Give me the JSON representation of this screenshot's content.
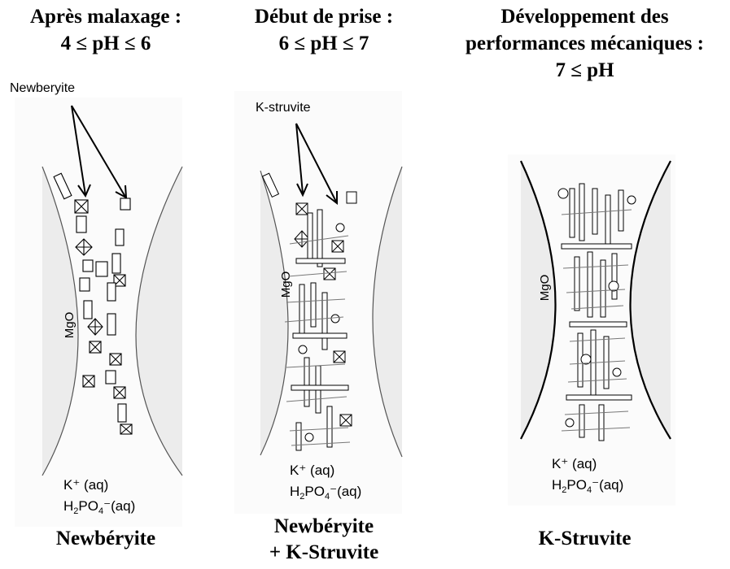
{
  "panels": [
    {
      "heading": [
        "Après malaxage :",
        "4 ≤ pH ≤ 6"
      ],
      "pointer_label": "Newberyite",
      "grain_label": "MgO",
      "solution": {
        "cation": "K⁺ (aq)",
        "anion_h": "H",
        "anion_sub1": "2",
        "anion_po": "PO",
        "anion_sub2": "4",
        "anion_end": "⁻(aq)"
      },
      "caption": [
        "Newbéryite"
      ]
    },
    {
      "heading": [
        "Début de prise :",
        "6 ≤ pH ≤ 7"
      ],
      "pointer_label": "K-struvite",
      "grain_label": "MgO",
      "solution": {
        "cation": "K⁺ (aq)",
        "anion_h": "H",
        "anion_sub1": "2",
        "anion_po": "PO",
        "anion_sub2": "4",
        "anion_end": "⁻(aq)"
      },
      "caption": [
        "Newbéryite",
        "+ K-Struvite"
      ]
    },
    {
      "heading": [
        "Développement des",
        "performances mécaniques :",
        "7 ≤ pH"
      ],
      "grain_label": "MgO",
      "solution": {
        "cation": "K⁺ (aq)",
        "anion_h": "H",
        "anion_sub1": "2",
        "anion_po": "PO",
        "anion_sub2": "4",
        "anion_end": "⁻(aq)"
      },
      "caption": [
        "K-Struvite"
      ]
    }
  ],
  "colors": {
    "grain_fill": "#ececec",
    "outline": "#555555",
    "ink": "#000000"
  }
}
